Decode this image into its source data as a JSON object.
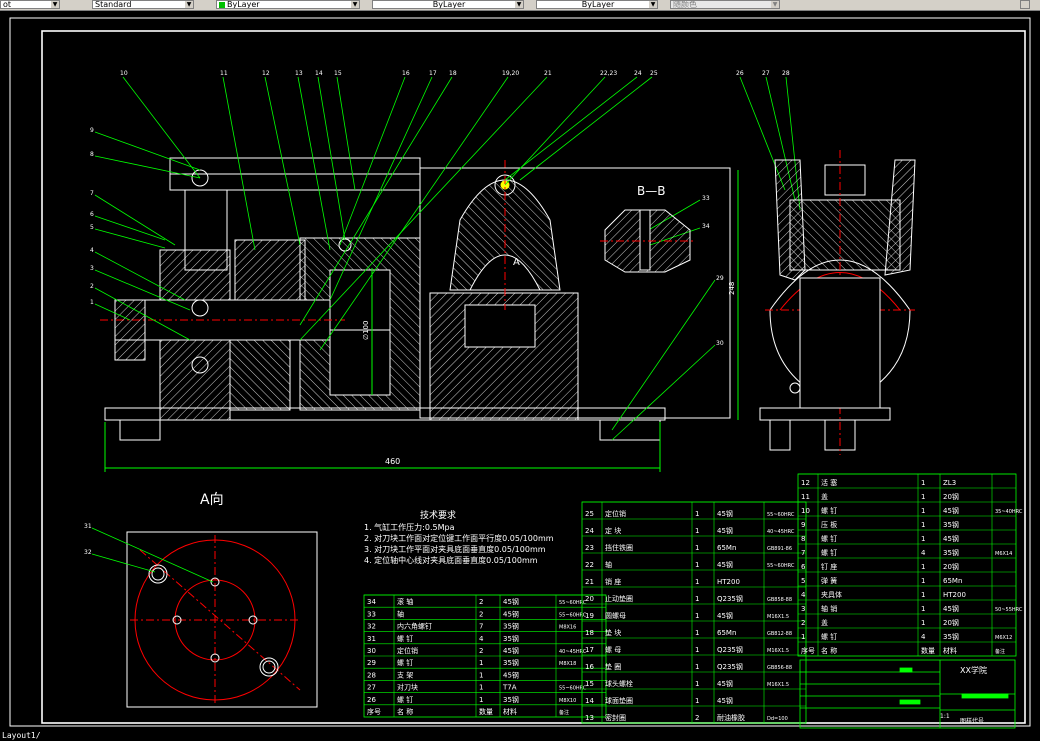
{
  "toolbar": {
    "combos": [
      {
        "label": "ot",
        "name": "textstyle-combo"
      },
      {
        "label": "Standard",
        "name": "dimstyle-combo"
      },
      {
        "label": "ByLayer",
        "name": "color-combo"
      },
      {
        "label": "ByLayer",
        "name": "linetype-combo"
      },
      {
        "label": "ByLayer",
        "name": "lineweight-combo"
      },
      {
        "label": "随颜色",
        "name": "plotstyle-combo"
      }
    ]
  },
  "command_line": "Layout1/",
  "colors": {
    "frame": "#ffffff",
    "part": "#ffffff",
    "leader": "#00ff00",
    "center": "#ff0000",
    "title_block": "#00ff00",
    "dim": "#00ff00",
    "text": "#ffffff"
  },
  "drawing": {
    "balloons_top": [
      "10",
      "11",
      "12",
      "13",
      "14",
      "15",
      "16",
      "17",
      "18",
      "19,20",
      "21",
      "22,23",
      "24",
      "25",
      "26",
      "27",
      "28"
    ],
    "balloons_left": [
      "9",
      "8",
      "7",
      "6",
      "5",
      "4",
      "3",
      "2",
      "1"
    ],
    "balloons_right": [
      "33",
      "34",
      "29",
      "30"
    ],
    "section_label": "B—B",
    "view_a_label": "A向",
    "dim_width": "460",
    "dim_height": "∅100",
    "dim_side": "248",
    "section_a_mark": "A",
    "circle_balloons": [
      "31",
      "32"
    ]
  },
  "tech_requirements": {
    "title": "技术要求",
    "lines": [
      "1. 气缸工作压力:0.5Mpa",
      "2. 对刀块工作面对定位键工作面平行度0.05/100mm",
      "3. 对刀块工作平面对夹具底面垂直度0.05/100mm",
      "4. 定位轴中心线对夹具底面垂直度0.05/100mm"
    ]
  },
  "bom_left": [
    [
      "34",
      "滚  轴",
      "2",
      "45钢",
      "55~60HRC"
    ],
    [
      "33",
      "轴",
      "2",
      "45钢",
      "55~60HRC"
    ],
    [
      "32",
      "内六角螺钉",
      "7",
      "35钢",
      "M8X16"
    ],
    [
      "31",
      "螺  钉",
      "4",
      "35钢",
      ""
    ],
    [
      "30",
      "定位销",
      "2",
      "45钢",
      "40~45HRC"
    ],
    [
      "29",
      "螺  钉",
      "1",
      "35钢",
      "M8X18"
    ],
    [
      "28",
      "支  架",
      "1",
      "45钢",
      ""
    ],
    [
      "27",
      "对刀块",
      "1",
      "T7A",
      "55~60HRC"
    ],
    [
      "26",
      "螺  钉",
      "1",
      "35钢",
      "M8X10"
    ]
  ],
  "bom_mid": [
    [
      "25",
      "定位销",
      "1",
      "45钢",
      "55~60HRC"
    ],
    [
      "24",
      "定  块",
      "1",
      "45钢",
      "40~45HRC"
    ],
    [
      "23",
      "挡住铁圈",
      "1",
      "65Mn",
      "GB891-86"
    ],
    [
      "22",
      "轴",
      "1",
      "45钢",
      "55~60HRC"
    ],
    [
      "21",
      "销  座",
      "1",
      "HT200",
      ""
    ],
    [
      "20",
      "止动垫圈",
      "1",
      "Q235钢",
      "GB858-88"
    ],
    [
      "19",
      "圆螺母",
      "1",
      "45钢",
      "M16X1.5"
    ],
    [
      "18",
      "垫  块",
      "1",
      "65Mn",
      "GB812-88"
    ],
    [
      "17",
      "螺  母",
      "1",
      "Q235钢",
      "M16X1.5"
    ],
    [
      "16",
      "垫  圈",
      "1",
      "Q235钢",
      "GB856-88"
    ],
    [
      "15",
      "球头螺栓",
      "1",
      "45钢",
      "M16X1.5"
    ],
    [
      "14",
      "球面垫圈",
      "1",
      "45钢",
      ""
    ],
    [
      "13",
      "密封圈",
      "2",
      "耐油橡胶",
      "Dd=100"
    ]
  ],
  "bom_right": [
    [
      "12",
      "活  塞",
      "1",
      "ZL3",
      ""
    ],
    [
      "11",
      "盖",
      "1",
      "20钢",
      ""
    ],
    [
      "10",
      "螺  钉",
      "1",
      "45钢",
      "35~40HRC"
    ],
    [
      "9",
      "压  板",
      "1",
      "35钢",
      ""
    ],
    [
      "8",
      "螺  钉",
      "1",
      "45钢",
      ""
    ],
    [
      "7",
      "螺  钉",
      "4",
      "35钢",
      "M6X14"
    ],
    [
      "6",
      "钉  座",
      "1",
      "20钢",
      ""
    ],
    [
      "5",
      "弹  簧",
      "1",
      "65Mn",
      ""
    ],
    [
      "4",
      "夹具体",
      "1",
      "HT200",
      ""
    ],
    [
      "3",
      "轴  销",
      "1",
      "45钢",
      "50~55HRC"
    ],
    [
      "2",
      "盖",
      "1",
      "20钢",
      ""
    ],
    [
      "1",
      "螺  钉",
      "4",
      "35钢",
      "M6X12"
    ]
  ],
  "bom_header": {
    "no": "序号",
    "name": "名  称",
    "qty": "数量",
    "material": "材料",
    "note": "备注"
  },
  "title_block": {
    "school": "XX学院",
    "scale": "1:1",
    "drawing_no": "图样代号"
  }
}
